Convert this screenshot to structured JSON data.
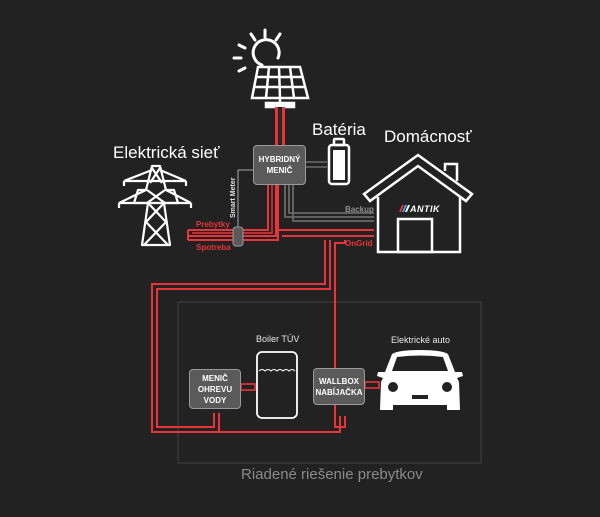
{
  "colors": {
    "background": "#222222",
    "power_line": "#e8343a",
    "backup_line": "#6a6a6a",
    "box_fill": "#5a5a5a",
    "icon": "#ffffff",
    "footer_text": "#8a8a8a"
  },
  "labels": {
    "grid": "Elektrická sieť",
    "battery": "Batéria",
    "household": "Domácnosť",
    "smart_meter": "Smart Meter",
    "surplus": "Prebytky",
    "consumption": "Spotreba",
    "backup": "Backup",
    "ongrid": "OnGrid",
    "boiler": "Boiler TÚV",
    "ev": "Elektrické auto",
    "footer": "Riadené riešenie prebytkov",
    "brand": "ANTIK"
  },
  "boxes": {
    "hybrid_inverter": [
      "HYBRIDNÝ",
      "MENIČ"
    ],
    "water_heater_inverter": [
      "MENIČ",
      "OHREVU",
      "VODY"
    ],
    "wallbox": [
      "WALLBOX",
      "NABÍJAČKA"
    ]
  },
  "icons": [
    "sun-icon",
    "solar-panel-icon",
    "battery-icon",
    "pylon-icon",
    "house-icon",
    "boiler-icon",
    "car-icon"
  ]
}
